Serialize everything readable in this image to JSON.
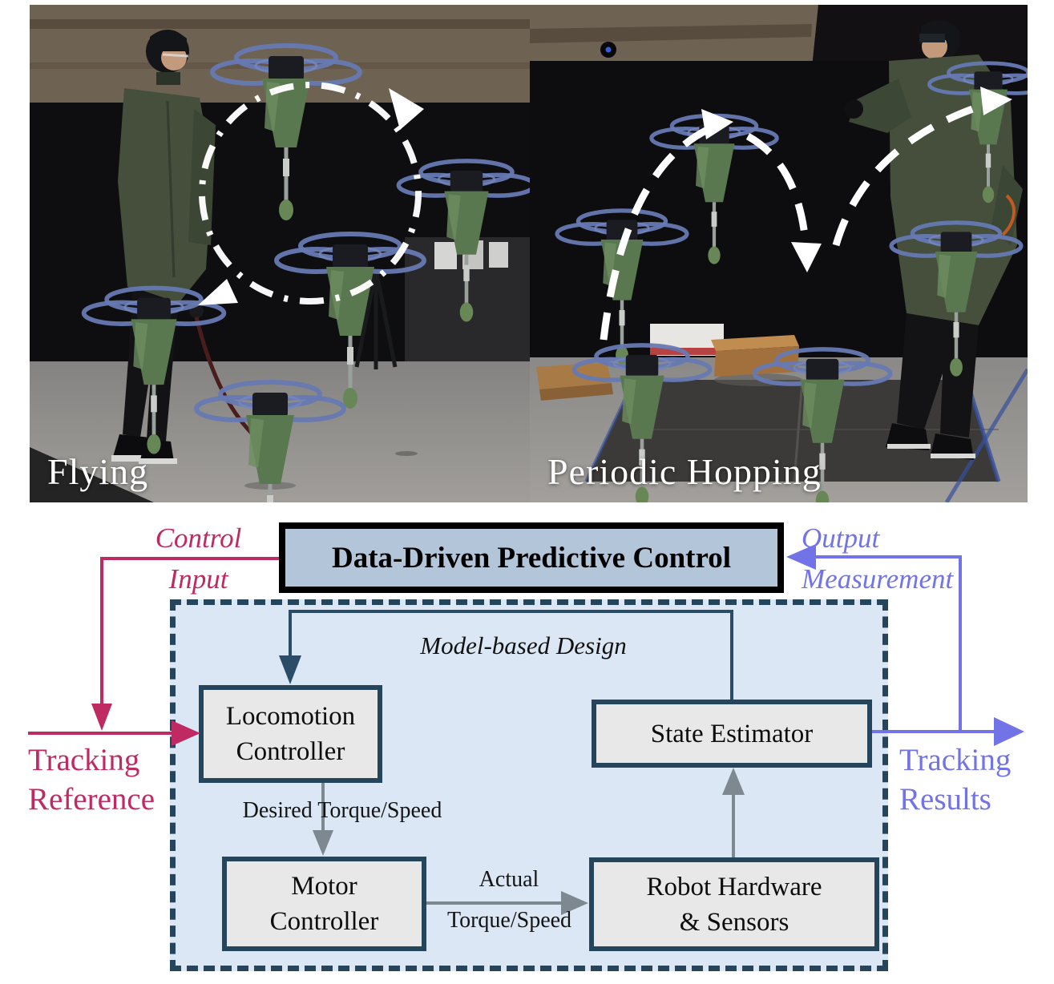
{
  "photos": {
    "left_label": "Flying",
    "right_label": "Periodic Hopping"
  },
  "diagram": {
    "top_box_label": "Data-Driven Predictive Control",
    "container_label": "Model-based Design",
    "control_input_line1": "Control",
    "control_input_line2": "Input",
    "output_measurement_line1": "Output",
    "output_measurement_line2": "Measurement",
    "tracking_reference_line1": "Tracking",
    "tracking_reference_line2": "Reference",
    "tracking_results_line1": "Tracking",
    "tracking_results_line2": "Results",
    "boxes": {
      "locomotion": {
        "line1": "Locomotion",
        "line2": "Controller"
      },
      "state_estimator": {
        "line1": "State Estimator"
      },
      "motor": {
        "line1": "Motor",
        "line2": "Controller"
      },
      "robot_hardware": {
        "line1": "Robot Hardware",
        "line2": "& Sensors"
      }
    },
    "edge_labels": {
      "desired_torque": "Desired Torque/Speed",
      "actual": "Actual",
      "torque_speed": "Torque/Speed"
    },
    "colors": {
      "crimson": "#c02a62",
      "purple": "#7173e6",
      "navy_border": "#24455c",
      "feedback_line": "#2a4c66",
      "gray_arrow": "#7d8890",
      "container_fill": "#dbe7f4",
      "top_box_fill": "#b3c6d9",
      "inner_box_fill": "#e8e8e8"
    }
  }
}
